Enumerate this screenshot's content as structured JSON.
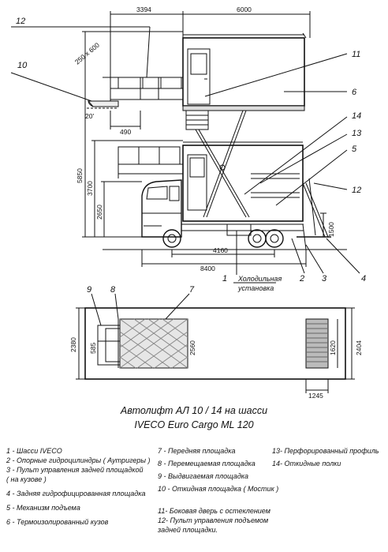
{
  "dims": {
    "d3394": "3394",
    "d6000": "6000",
    "d250x600": "250 x 600",
    "d20": "20'",
    "d490": "490",
    "d5850": "5850",
    "d3700": "3700",
    "d2650": "2650",
    "d1500": "1500",
    "d4160": "4160",
    "d8400": "8400",
    "d2380": "2380",
    "d585": "585",
    "d2560": "2560",
    "d1620": "1620",
    "d2404": "2404",
    "d1245": "1245"
  },
  "callouts": {
    "c1": "1",
    "c2": "2",
    "c3": "3",
    "c4": "4",
    "c5": "5",
    "c6": "6",
    "c7": "7",
    "c8": "8",
    "c9": "9",
    "c10": "10",
    "c11": "11",
    "c12a": "12",
    "c12b": "12",
    "c13": "13",
    "c14": "14"
  },
  "cold_unit_label_1": "Холодильная",
  "cold_unit_label_2": "установка",
  "caption_line1": "Автолифт  АЛ 10 / 14 на шасси",
  "caption_line2": "IVECO Euro Cargo ML 120",
  "legend": {
    "col1": [
      "1 - Шасси IVECO",
      "2 - Опорные гидроцилиндры ( Аутригеры )",
      "3 - Пульт управления задней площадкой",
      "    ( на кузове )",
      "4 - Задняя гидрофицированная площадка",
      "5 -  Механизм подъема",
      "6 - Термоизолированный кузов"
    ],
    "col2": [
      "7 -  Передняя площадка",
      "8 - Перемещаемая площадка",
      "9 - Выдвигаемая площадка",
      "10 - Откидная площадка ( Мостик )",
      "",
      "11- Боковая дверь с остеклением",
      "12- Пульт управления подъемом",
      "      задней площадки."
    ],
    "col3": [
      "13- Перфорированный профиль",
      "14- Откидные полки"
    ]
  }
}
